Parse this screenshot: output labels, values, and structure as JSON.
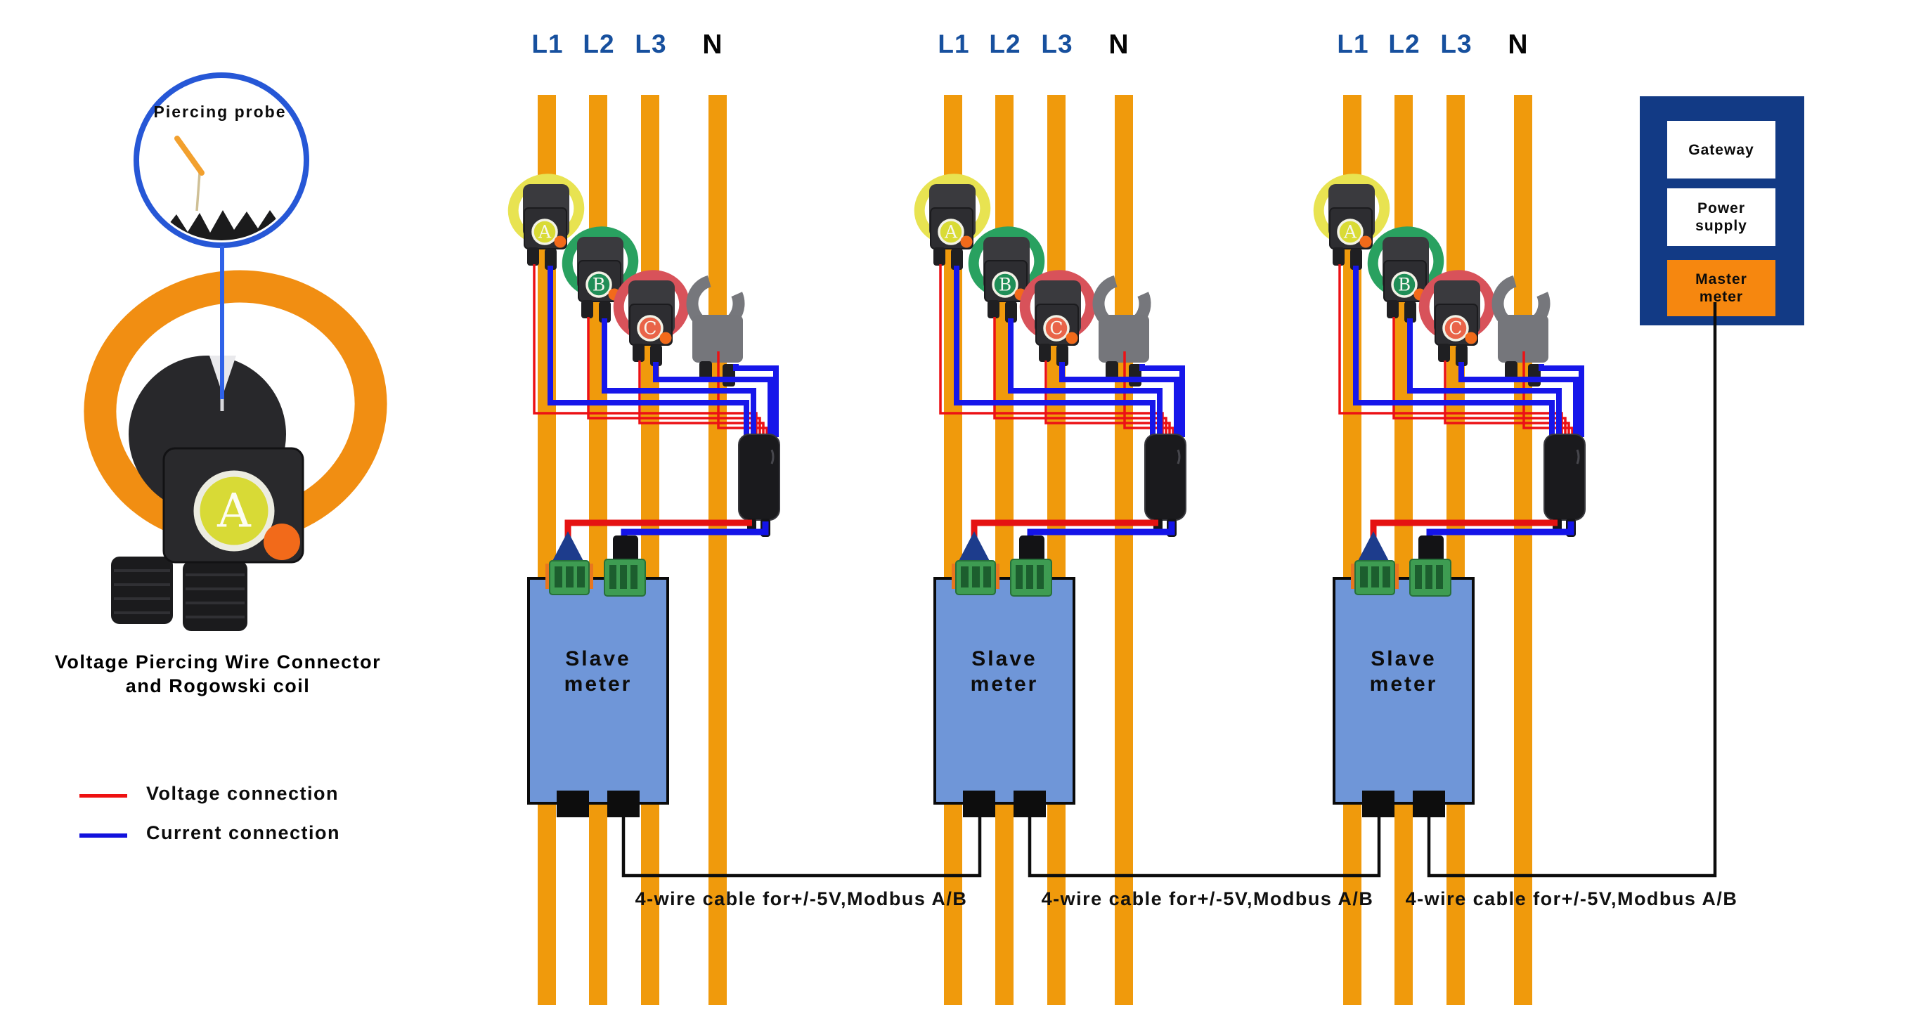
{
  "left_panel": {
    "inset_label": "Piercing probe",
    "caption_line1": "Voltage Piercing Wire Connector",
    "caption_line2": "and Rogowski coil",
    "big_coil_badge_letter": "A",
    "legend": [
      {
        "label": "Voltage connection",
        "color": "#EE1111"
      },
      {
        "label": "Current connection",
        "color": "#1212DD"
      }
    ]
  },
  "sections": [
    {
      "phase_labels": [
        "L1",
        "L2",
        "L3",
        "N"
      ],
      "coil_letters": [
        "A",
        "B",
        "C"
      ],
      "meter_label": "Slave\nmeter",
      "cable_label": "4-wire cable for+/-5V,Modbus A/B"
    },
    {
      "phase_labels": [
        "L1",
        "L2",
        "L3",
        "N"
      ],
      "coil_letters": [
        "A",
        "B",
        "C"
      ],
      "meter_label": "Slave\nmeter",
      "cable_label": "4-wire cable for+/-5V,Modbus A/B"
    },
    {
      "phase_labels": [
        "L1",
        "L2",
        "L3",
        "N"
      ],
      "coil_letters": [
        "A",
        "B",
        "C"
      ],
      "meter_label": "Slave\nmeter",
      "cable_label": "4-wire cable for+/-5V,Modbus A/B"
    }
  ],
  "master_panel": {
    "gateway_label": "Gateway",
    "power_supply_label": "Power\nsupply",
    "master_meter_label": "Master\nmeter"
  },
  "colors": {
    "phase_label_blue": "#17509E",
    "busbar_orange": "#F09A0C",
    "voltage_wire_red": "#EC1115",
    "current_wire_blue": "#1616EA",
    "slave_meter_fill": "#6F96D8",
    "master_panel_navy": "#123A85",
    "master_meter_orange": "#F6870F",
    "ring_yellow": "#E8E351",
    "ring_green": "#29A160",
    "ring_red": "#D8525A",
    "terminal_green": "#3E9C52",
    "inset_circle_blue": "#2657D6"
  }
}
